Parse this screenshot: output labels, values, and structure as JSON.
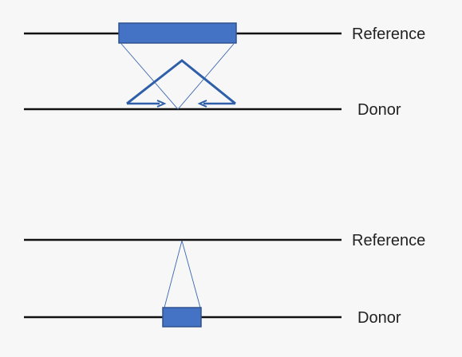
{
  "top_panel": {
    "reference_label": "Reference",
    "donor_label": "Donor"
  },
  "bottom_panel": {
    "reference_label": "Reference",
    "donor_label": "Donor"
  },
  "colors": {
    "background": "#f7f7f7",
    "line": "#111111",
    "block_fill": "#4472c4",
    "block_border": "#2f528f",
    "arrow": "#2e5fa8",
    "connector": "#3a66b0"
  }
}
